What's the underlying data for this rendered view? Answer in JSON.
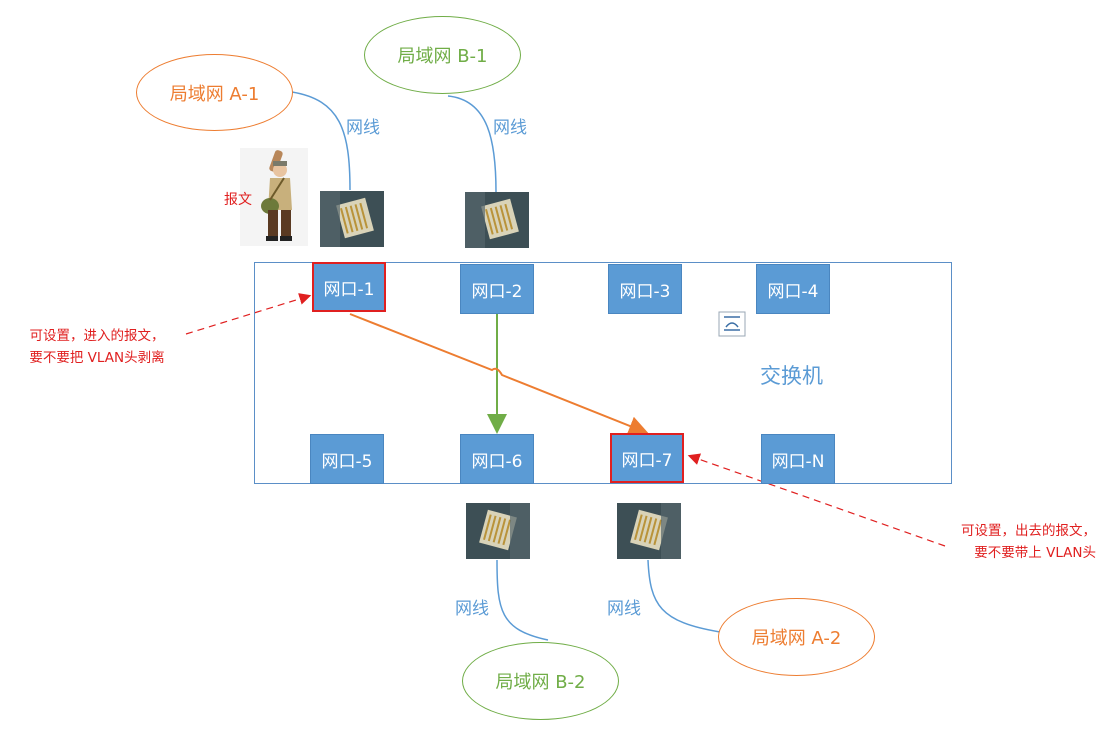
{
  "networks": {
    "a1": "局域网 A-1",
    "b1": "局域网 B-1",
    "b2": "局域网 B-2",
    "a2": "局域网 A-2"
  },
  "cable_label": "网线",
  "packet_label": "报文",
  "switch_label": "交换机",
  "ports": {
    "p1": "网口-1",
    "p2": "网口-2",
    "p3": "网口-3",
    "p4": "网口-4",
    "p5": "网口-5",
    "p6": "网口-6",
    "p7": "网口-7",
    "pn": "网口-N"
  },
  "notes": {
    "ingress_line1": "可设置，进入的报文，",
    "ingress_line2": "要不要把 VLAN头剥离",
    "egress_line1": "可设置，出去的报文，",
    "egress_line2": "要不要带上 VLAN头"
  },
  "colors": {
    "port_fill": "#5b9bd5",
    "highlight_border": "#e02020",
    "orange": "#ed7d31",
    "green": "#70ad47",
    "cable": "#5b9bd5",
    "note_red": "#e02020"
  }
}
